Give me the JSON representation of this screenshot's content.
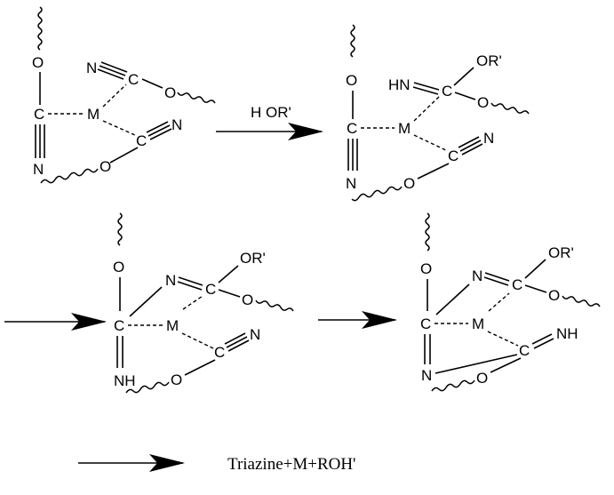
{
  "atoms": {
    "C": "C",
    "M": "M",
    "N": "N",
    "O": "O",
    "HN": "HN",
    "NH": "NH",
    "OR": "OR'"
  },
  "arrows": {
    "reagent": "H OR'"
  },
  "caption": "Triazine+M+ROH'"
}
